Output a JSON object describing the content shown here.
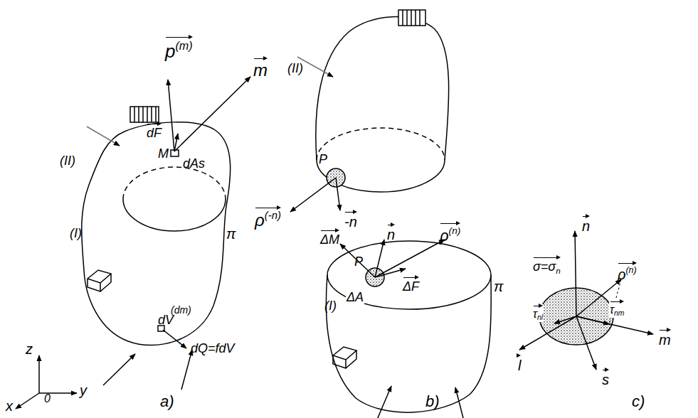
{
  "diagram": {
    "labels": [
      "p(m)",
      "m",
      "dF",
      "M",
      "dAs",
      "(II)",
      "(I)",
      "π",
      "dV",
      "(dm)",
      "dQ=fdV",
      "z",
      "y",
      "x",
      "0",
      "a)",
      "(II)",
      "P",
      "ρ(-n)",
      "-n",
      "ΔM",
      "n",
      "ρ(n)",
      "ΔF",
      "P",
      "ΔA",
      "(I)",
      "π",
      "b)",
      "n",
      "σ=σn",
      "ρ(n)",
      "τnl",
      "τnm",
      "m",
      "l",
      "s",
      "c)"
    ]
  }
}
